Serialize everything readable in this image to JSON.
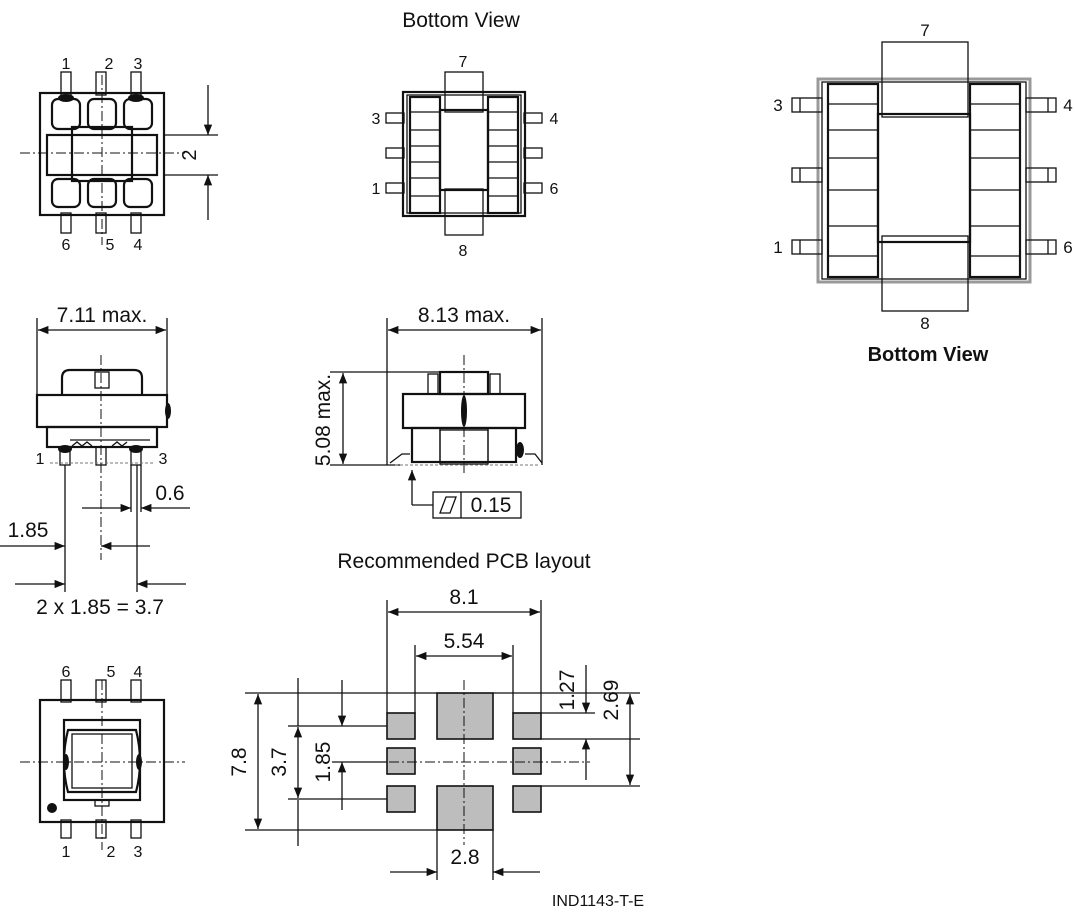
{
  "views": {
    "bottom_view_title": "Bottom View",
    "pcb_title": "Recommended PCB layout",
    "figure_code": "IND1143-T-E"
  },
  "pins": {
    "top_left": {
      "top": [
        "1",
        "2",
        "3"
      ],
      "bottom": [
        "6",
        "5",
        "4"
      ]
    },
    "bottom_view": {
      "top": "7",
      "bottom": "8",
      "left": [
        "3",
        "1"
      ],
      "right": [
        "4",
        "6"
      ]
    },
    "large": {
      "top": "7",
      "bottom": "8",
      "left": [
        "3",
        "1"
      ],
      "right": [
        "4",
        "6"
      ]
    },
    "side": {
      "left": "1",
      "right": "3"
    },
    "bottom_left": {
      "top": [
        "6",
        "5",
        "4"
      ],
      "bottom": [
        "1",
        "2",
        "3"
      ]
    }
  },
  "dims": {
    "dim_2": "2",
    "width_711": "7.11 max.",
    "width_813": "8.13 max.",
    "height_508": "5.08 max.",
    "flatness": "0.15",
    "pitch_06": "0.6",
    "pitch_185": "1.85",
    "span_37": "2 x 1.85 = 3.7",
    "pcb_81": "8.1",
    "pcb_554": "5.54",
    "pcb_127": "1.27",
    "pcb_269": "2.69",
    "pcb_78": "7.8",
    "pcb_37": "3.7",
    "pcb_185": "1.85",
    "pcb_28": "2.8"
  },
  "large_view_label": "Bottom View"
}
